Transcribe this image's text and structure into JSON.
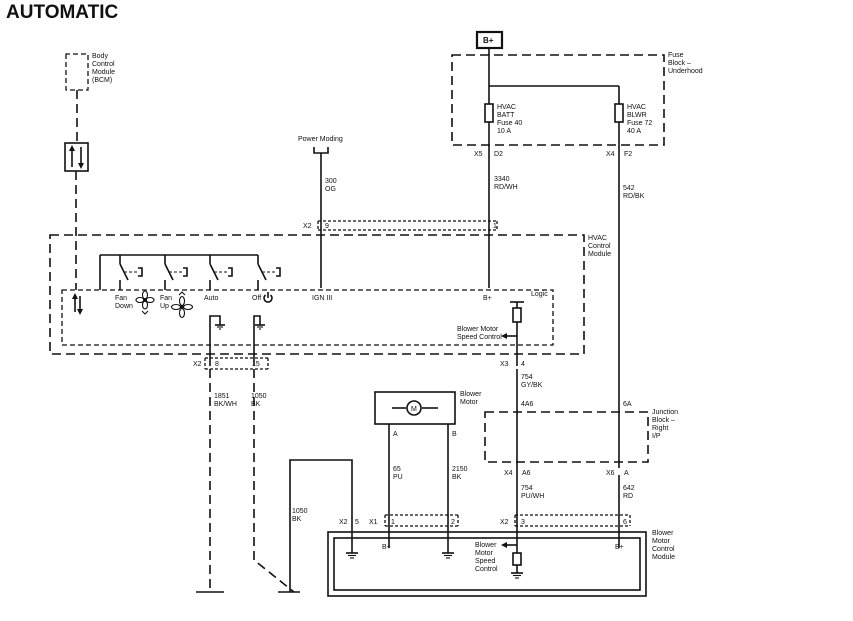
{
  "title": "AUTOMATIC",
  "components": {
    "bcm": [
      "Body",
      "Control",
      "Module",
      "(BCM)"
    ],
    "fuse_block": [
      "Fuse",
      "Block –",
      "Underhood"
    ],
    "power_moding": "Power Moding",
    "b_plus_source": "B+",
    "fuse40": [
      "HVAC",
      "BATT",
      "Fuse 40",
      "10 A"
    ],
    "fuse72": [
      "HVAC",
      "BLWR",
      "Fuse 72",
      "40 A"
    ],
    "hvac_module": [
      "HVAC",
      "Control",
      "Module"
    ],
    "logic": "Logic",
    "switches": {
      "fan_down": [
        "Fan",
        "Down"
      ],
      "fan_up": [
        "Fan",
        "Up"
      ],
      "auto": "Auto",
      "off": "Off"
    },
    "ign": "IGN III",
    "b_plus_logic": "B+",
    "bmsc_hvac": [
      "Blower Motor",
      "Speed Control"
    ],
    "blower_motor": [
      "Blower",
      "Motor"
    ],
    "motor_symbol": "M",
    "motor_pin_a": "A",
    "motor_pin_b": "B",
    "junction_block": [
      "Junction",
      "Block –",
      "Right",
      "I/P"
    ],
    "bmcm": [
      "Blower",
      "Motor",
      "Control",
      "Module"
    ],
    "bmcm_bplus_left": "B+",
    "bmcm_bplus_right": "B+",
    "bmsc_bmcm": [
      "Blower",
      "Motor",
      "Speed",
      "Control"
    ]
  },
  "connectors": {
    "x5": "X5",
    "d2": "D2",
    "x4f": "X4",
    "f2": "F2",
    "x2_9": "X2",
    "pin9": "9",
    "pin1": "1",
    "x2_8": "X2",
    "pin8": "8",
    "pin15": "15",
    "x3": "X3",
    "pin4": "4",
    "jb_4a6": "4A6",
    "jb_6a": "6A",
    "x4_a6": "X4",
    "a6": "A6",
    "x6_a": "X6",
    "a": "A",
    "x2_5": "X2",
    "pin5": "5",
    "x1": "X1",
    "x1_1": "1",
    "x1_2": "2",
    "x2_3": "X2",
    "x2_pin3": "3",
    "x2_pin6": "6"
  },
  "wires": {
    "w300": [
      "300",
      "OG"
    ],
    "w3340": [
      "3340",
      "RD/WH"
    ],
    "w542": [
      "542",
      "RD/BK"
    ],
    "w754a": [
      "754",
      "GY/BK"
    ],
    "w1851": [
      "1851",
      "BK/WH"
    ],
    "w1050a": [
      "1050",
      "BK"
    ],
    "w65": [
      "65",
      "PU"
    ],
    "w2150": [
      "2150",
      "BK"
    ],
    "w754b": [
      "754",
      "PU/WH"
    ],
    "w642": [
      "642",
      "RD"
    ],
    "w1050b": [
      "1050",
      "BK"
    ]
  }
}
